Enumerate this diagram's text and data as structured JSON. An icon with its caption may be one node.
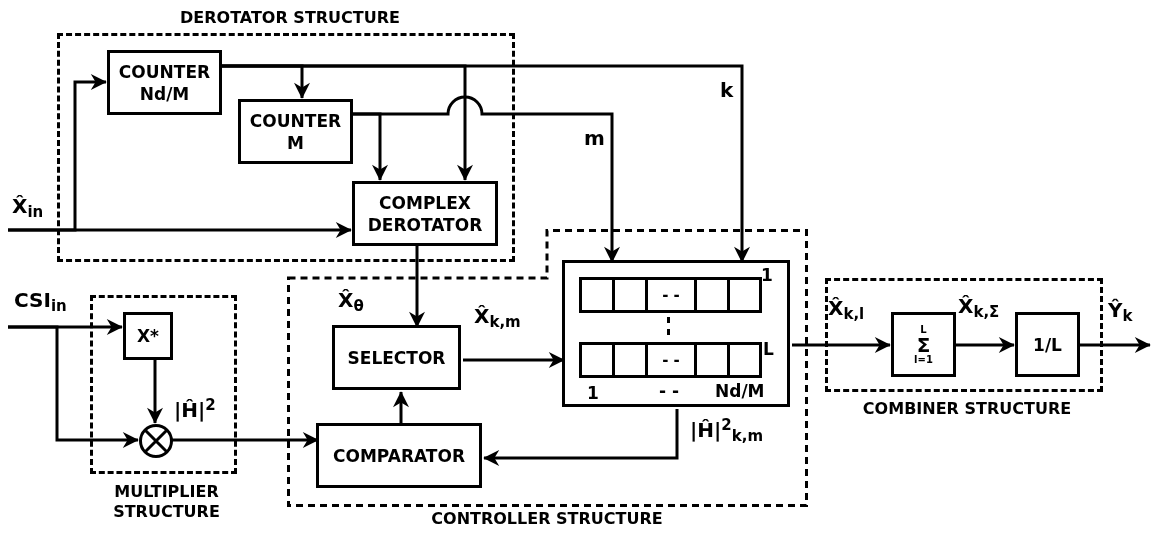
{
  "diagram": {
    "nodes": [
      {
        "text": [
          "DEROTATOR STRUCTURE"
        ]
      },
      {
        "text": [
          "COUNTER Nd/M"
        ],
        "in": 0
      },
      {
        "text": [
          "COUNTER M"
        ],
        "in": 0
      },
      {
        "text": [
          "COMPLEX DEROTATOR"
        ],
        "in": 0
      },
      {
        "text": [
          "MULTIPLIER STRUCTURE"
        ]
      },
      {
        "text": [
          "X*"
        ],
        "in": 4
      },
      {
        "text": [],
        "shape": "circle",
        "in": 4
      },
      {
        "text": [
          "CONTROLLER STRUCTURE"
        ]
      },
      {
        "text": [
          "SELECTOR"
        ],
        "in": 7
      },
      {
        "text": [
          "COMPARATOR"
        ],
        "in": 7
      },
      {
        "text": [
          "1",
          "L",
          "1",
          "- -",
          "Nd/M",
          "- -",
          "- -"
        ],
        "in": 7
      },
      {
        "text": [
          "COMBINER STRUCTURE"
        ]
      },
      {
        "text": [
          "L",
          "Σ",
          "l=1"
        ],
        "in": 11
      },
      {
        "text": [
          "1/L"
        ],
        "in": 11
      }
    ],
    "edges": [
      {
        "from": null,
        "to": 3,
        "arrow": "to",
        "label": "X̂$_{in}$"
      },
      {
        "from": null,
        "to": 1,
        "arrow": "to"
      },
      {
        "from": 1,
        "to": 2,
        "arrow": "to"
      },
      {
        "from": 1,
        "to": 3,
        "arrow": "to"
      },
      {
        "from": 1,
        "to": 10,
        "arrow": "to",
        "label": "k"
      },
      {
        "from": 2,
        "to": 3,
        "arrow": "to"
      },
      {
        "from": 2,
        "to": 10,
        "arrow": "to",
        "label": "m"
      },
      {
        "from": 3,
        "to": 8,
        "arrow": "to",
        "label": "X̂$_{θ}$"
      },
      {
        "from": 8,
        "to": 10,
        "arrow": "to",
        "label": "X̂$_{k,m}$"
      },
      {
        "from": 10,
        "to": 9,
        "arrow": "to",
        "label": "|Ĥ|$^{2}$$_{k,m}$"
      },
      {
        "from": 9,
        "to": 8,
        "arrow": "to"
      },
      {
        "from": null,
        "to": 5,
        "arrow": "to",
        "label": "CSI$_{in}$"
      },
      {
        "from": null,
        "to": 6,
        "arrow": "to"
      },
      {
        "from": 5,
        "to": 6,
        "arrow": "to"
      },
      {
        "from": 6,
        "to": 9,
        "arrow": "to",
        "label": "|Ĥ|$^{2}$"
      },
      {
        "from": 10,
        "to": 12,
        "arrow": "to",
        "label": "X̂$_{k,l}$"
      },
      {
        "from": 12,
        "to": 13,
        "arrow": "to",
        "label": "X̂$_{k,Σ}$"
      },
      {
        "from": 13,
        "to": null,
        "arrow": "to",
        "label": "Ŷ$_{k}$"
      }
    ]
  }
}
